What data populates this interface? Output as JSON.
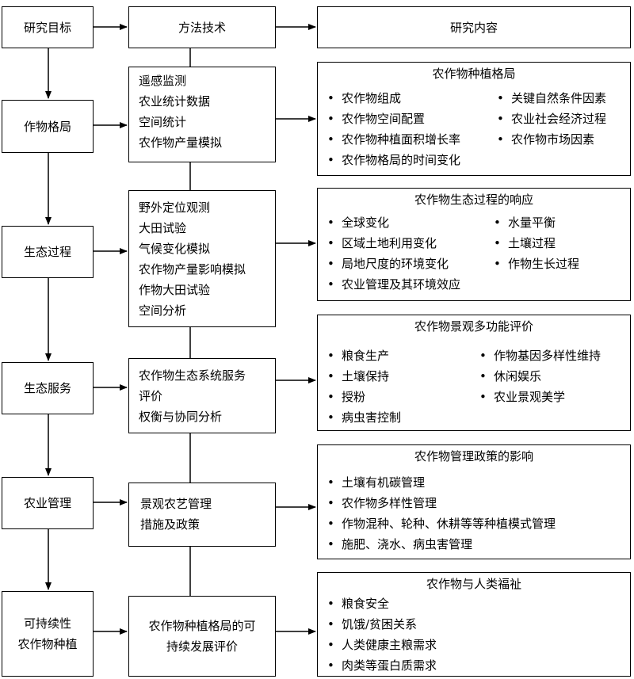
{
  "headers": {
    "goal": "研究目标",
    "method": "方法技术",
    "content": "研究内容"
  },
  "rows": [
    {
      "goal": [
        "作物格局"
      ],
      "methods": [
        "遥感监测",
        "农业统计数据",
        "空间统计",
        "农作物产量模拟"
      ],
      "content_title": "农作物种植格局",
      "col1": [
        "农作物组成",
        "农作物空间配置",
        "农作物种植面积增长率",
        "农作物格局的时间变化"
      ],
      "col2": [
        "关键自然条件因素",
        "农业社会经济过程",
        "农作物市场因素"
      ]
    },
    {
      "goal": [
        "生态过程"
      ],
      "methods": [
        "野外定位观测",
        "大田试验",
        "气候变化模拟",
        "农作物产量影响模拟",
        "作物大田试验",
        "空间分析"
      ],
      "content_title": "农作物生态过程的响应",
      "col1": [
        "全球变化",
        "区域土地利用变化",
        "局地尺度的环境变化",
        "农业管理及其环境效应"
      ],
      "col2": [
        "水量平衡",
        "土壤过程",
        "作物生长过程"
      ]
    },
    {
      "goal": [
        "生态服务"
      ],
      "methods": [
        "农作物生态系统服务",
        "评价",
        "权衡与协同分析"
      ],
      "content_title": "农作物景观多功能评价",
      "col1": [
        "粮食生产",
        "土壤保持",
        "授粉",
        "病虫害控制"
      ],
      "col2": [
        "作物基因多样性维持",
        "休闲娱乐",
        "农业景观美学"
      ]
    },
    {
      "goal": [
        "农业管理"
      ],
      "methods": [
        "景观农艺管理",
        "措施及政策"
      ],
      "content_title": "农作物管理政策的影响",
      "col1": [
        "土壤有机碳管理",
        "农作物多样性管理",
        "作物混种、轮种、休耕等等种植模式管理",
        "施肥、浇水、病虫害管理"
      ],
      "col2": []
    },
    {
      "goal": [
        "可持续性",
        "农作物种植"
      ],
      "methods": [
        "农作物种植格局的可",
        "持续发展评价"
      ],
      "content_title": "农作物与人类福祉",
      "col1": [
        "粮食安全",
        "饥饿/贫困关系",
        "人类健康主粮需求",
        "肉类等蛋白质需求"
      ],
      "col2": []
    }
  ]
}
